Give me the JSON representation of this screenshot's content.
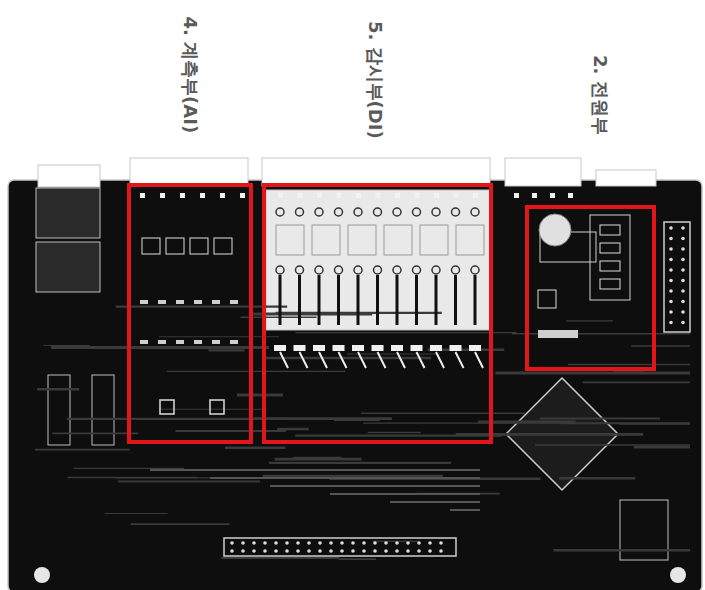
{
  "diagram": {
    "nodes": [
      {
        "text": [
          "4. 계측부(AI)"
        ]
      },
      {
        "text": [
          "5. 감시부(DI)"
        ]
      },
      {
        "text": [
          "2. 전원부"
        ]
      }
    ]
  }
}
